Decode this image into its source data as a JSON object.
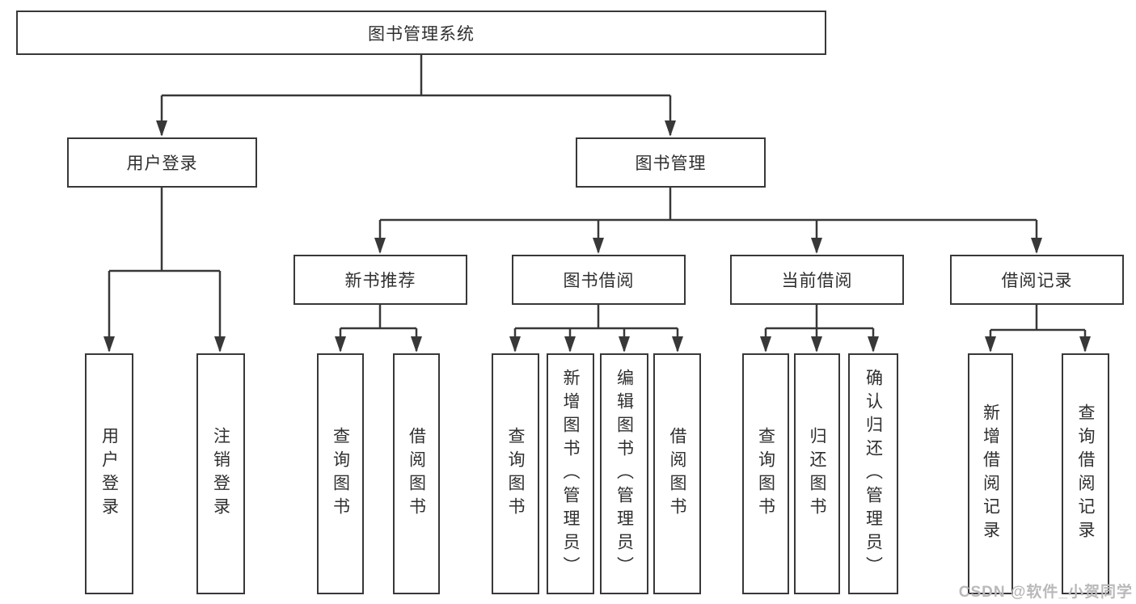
{
  "diagram": {
    "type": "hierarchy-tree",
    "root": {
      "label": "图书管理系统"
    },
    "level2": [
      {
        "label": "用户登录",
        "parent": "图书管理系统"
      },
      {
        "label": "图书管理",
        "parent": "图书管理系统"
      }
    ],
    "level3": [
      {
        "label": "新书推荐",
        "parent": "图书管理"
      },
      {
        "label": "图书借阅",
        "parent": "图书管理"
      },
      {
        "label": "当前借阅",
        "parent": "图书管理"
      },
      {
        "label": "借阅记录",
        "parent": "图书管理"
      }
    ],
    "leaves": [
      {
        "label": "用户登录",
        "parent": "用户登录"
      },
      {
        "label": "注销登录",
        "parent": "用户登录"
      },
      {
        "label": "查询图书",
        "parent": "新书推荐"
      },
      {
        "label": "借阅图书",
        "parent": "新书推荐"
      },
      {
        "label": "查询图书",
        "parent": "图书借阅"
      },
      {
        "label": "新增图书（管理员）",
        "parent": "图书借阅"
      },
      {
        "label": "编辑图书（管理员）",
        "parent": "图书借阅"
      },
      {
        "label": "借阅图书",
        "parent": "图书借阅"
      },
      {
        "label": "查询图书",
        "parent": "当前借阅"
      },
      {
        "label": "归还图书",
        "parent": "当前借阅"
      },
      {
        "label": "确认归还（管理员）",
        "parent": "当前借阅"
      },
      {
        "label": "新增借阅记录",
        "parent": "借阅记录"
      },
      {
        "label": "查询借阅记录",
        "parent": "借阅记录"
      }
    ]
  },
  "watermark": {
    "text": "CSDN @软件_小贺同学"
  },
  "colors": {
    "line": "#383838",
    "text": "#2f2f2f",
    "box_background": "#ffffff",
    "page_background": "#ffffff",
    "watermark": "#b9b9b9"
  }
}
